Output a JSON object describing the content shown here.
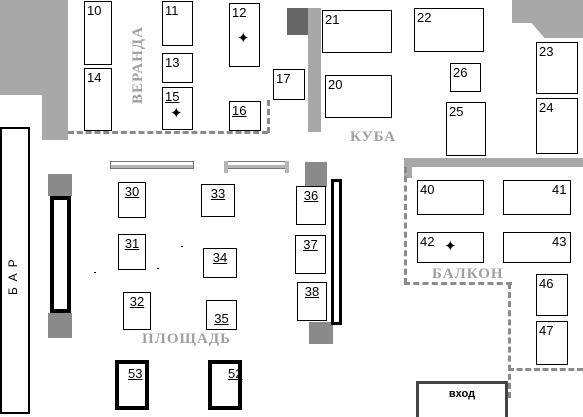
{
  "zones": {
    "veranda": "ВЕРАНДА",
    "kuba": "КУБА",
    "balkon": "БАЛКОН",
    "ploshchad": "ПЛОЩАДЬ",
    "bar": "БАР",
    "entrance": "вход"
  },
  "tables": [
    {
      "id": "t10",
      "label": "10"
    },
    {
      "id": "t11",
      "label": "11"
    },
    {
      "id": "t12",
      "label": "12",
      "marked": true
    },
    {
      "id": "t13",
      "label": "13"
    },
    {
      "id": "t14",
      "label": "14"
    },
    {
      "id": "t15",
      "label": "15",
      "marked": true
    },
    {
      "id": "t16",
      "label": "16"
    },
    {
      "id": "t17",
      "label": "17"
    },
    {
      "id": "t20",
      "label": "20"
    },
    {
      "id": "t21",
      "label": "21"
    },
    {
      "id": "t22",
      "label": "22"
    },
    {
      "id": "t23",
      "label": "23"
    },
    {
      "id": "t24",
      "label": "24"
    },
    {
      "id": "t25",
      "label": "25"
    },
    {
      "id": "t26",
      "label": "26"
    },
    {
      "id": "t30",
      "label": "30"
    },
    {
      "id": "t31",
      "label": "31"
    },
    {
      "id": "t32",
      "label": "32"
    },
    {
      "id": "t33",
      "label": "33"
    },
    {
      "id": "t34",
      "label": "34"
    },
    {
      "id": "t35",
      "label": "35"
    },
    {
      "id": "t36",
      "label": "36"
    },
    {
      "id": "t37",
      "label": "37"
    },
    {
      "id": "t38",
      "label": "38"
    },
    {
      "id": "t40",
      "label": "40"
    },
    {
      "id": "t41",
      "label": "41"
    },
    {
      "id": "t42",
      "label": "42",
      "marked": true
    },
    {
      "id": "t43",
      "label": "43"
    },
    {
      "id": "t46",
      "label": "46"
    },
    {
      "id": "t47",
      "label": "47"
    },
    {
      "id": "t52",
      "label": "52"
    },
    {
      "id": "t53",
      "label": "53"
    }
  ]
}
